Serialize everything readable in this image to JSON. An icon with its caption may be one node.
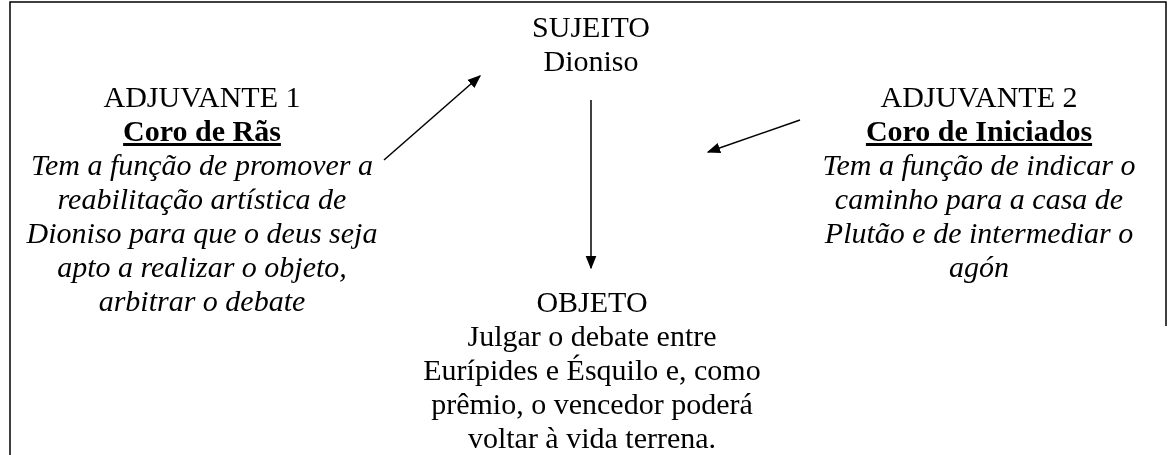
{
  "diagram": {
    "nodes": [
      {
        "text": [
          "SUJEITO",
          "Dioniso"
        ]
      },
      {
        "text": [
          "ADJUVANTE 1",
          "Coro de Rãs",
          "Tem a função de promover a reabilitação artística de Dioniso para que o deus seja apto a realizar o objeto, arbitrar o debate"
        ]
      },
      {
        "text": [
          "ADJUVANTE 2",
          "Coro de Iniciados",
          "Tem a função de indicar o caminho para a casa de Plutão e de intermediar o agón"
        ]
      },
      {
        "text": [
          "OBJETO",
          "Julgar o debate entre Eurípides e Ésquilo e, como prêmio, o vencedor poderá voltar à vida terrena."
        ]
      }
    ],
    "edges": [
      {
        "from": 1,
        "to": 0,
        "arrow": "to"
      },
      {
        "from": 0,
        "to": 3,
        "arrow": "to"
      },
      {
        "from": 2,
        "to": null,
        "arrow": "to"
      }
    ]
  }
}
